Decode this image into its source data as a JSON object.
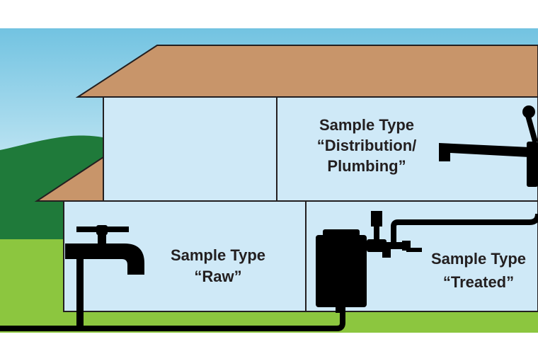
{
  "labels": {
    "distribution": {
      "title": "Sample Type",
      "line1": "“Distribution/",
      "line2": "Plumbing”"
    },
    "raw": {
      "title": "Sample Type",
      "line1": "“Raw”"
    },
    "treated": {
      "title": "Sample Type",
      "line1": "“Treated”"
    }
  },
  "colors": {
    "sky_top": "#7ec8e3",
    "sky_bottom": "#e8f5fb",
    "hill": "#1f7a3a",
    "grass": "#8cc63f",
    "roof": "#c8956a",
    "wall": "#cfe9f7",
    "outline": "#231f20",
    "fixtures": "#000000"
  },
  "icons": [
    "outdoor-spigot-icon",
    "kitchen-faucet-icon",
    "water-treatment-unit-icon",
    "valve-icon"
  ]
}
